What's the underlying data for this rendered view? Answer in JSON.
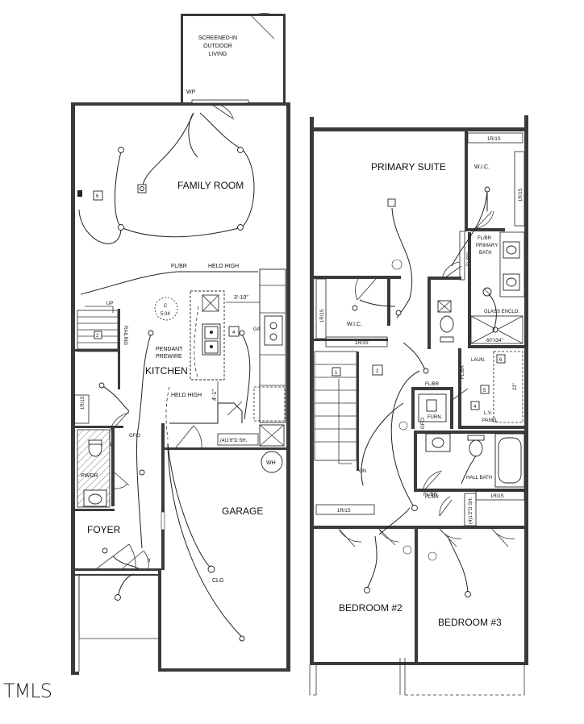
{
  "first_floor": {
    "rooms": {
      "screened_porch": [
        "SCREENED-IN",
        "OUTDOOR",
        "LIVING"
      ],
      "family_room": "FAMILY ROOM",
      "kitchen": "KITCHEN",
      "garage": "GARAGE",
      "foyer": "FOYER",
      "powder": "PWDR"
    },
    "notes": {
      "wp": "WP",
      "fl_br": "FL/BR",
      "held_high_top": "HELD HIGH",
      "held_high_bottom": "HELD HIGH",
      "pendant": [
        "PENDANT",
        "PREWIRE"
      ],
      "dim_3_10": "3'-10\"",
      "dim_4_1": "4'-1\"",
      "shelf": "(4)1'6\"D SH.",
      "up": "UP",
      "railing": "RAILING",
      "shelf_1r1s": "1R/1S",
      "clg": "CLG",
      "wh": "WH",
      "ga": "GA",
      "gfci": "GFCI",
      "section_ref": [
        "C",
        "5.04"
      ],
      "tag_6": "6",
      "tag_2": "2",
      "tag_4": "4",
      "tag_3": "3"
    }
  },
  "second_floor": {
    "rooms": {
      "primary_suite": "PRIMARY SUITE",
      "wic_primary": "W.I.C.",
      "wic": "W.I.C.",
      "primary_bath": [
        "FL/BR",
        "PRIMARY",
        "BATH"
      ],
      "glass_enclo": "GLASS ENCLO.",
      "shower": "60\"x34\"",
      "laundry": "LAUN.",
      "lv_panel": [
        "L.V.",
        "PANEL"
      ],
      "furnace": "FURN.",
      "hall_bath": "HALL BATH",
      "bedroom2": "BEDROOM #2",
      "bedroom3": "BEDROOM #3"
    },
    "notes": {
      "fl_br_1": "FL/BR",
      "fl_br_2": "FL/BR",
      "fl_br_3": "FL/BR",
      "fl_br_4": "FL/BR",
      "fl_br_5": "FL/BR",
      "r1s_a": "1R/1S",
      "r1s_b": "1R/1S",
      "r1s_c": "1R/1S",
      "r1s_d": "1R/1S",
      "r1s_e": "1R/1S",
      "r1s_f": "1R/1S",
      "shelf_2": "(4)1'2\"D SH.",
      "on": "ON",
      "gfci": "GFCI",
      "tag_1": "1",
      "tag_2": "2",
      "tag_4": "4",
      "tag_5": "5",
      "tag_6": "6",
      "dim_22": "22\""
    }
  },
  "brand": {
    "logo_text": "TMLS"
  }
}
